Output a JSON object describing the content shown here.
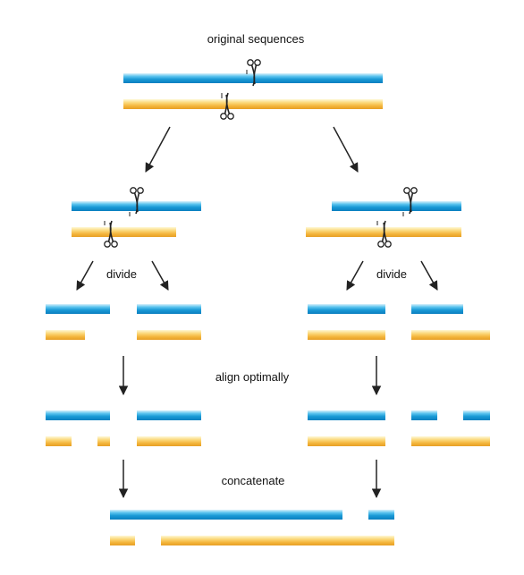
{
  "labels": {
    "top": "original sequences",
    "divide_left": "divide",
    "divide_right": "divide",
    "align": "align optimally",
    "concat": "concatenate"
  },
  "colors": {
    "blue": "#1a9ad6",
    "yellow": "#f3b43a",
    "arrow": "#222222",
    "scissors": "#222222"
  },
  "icons": [
    "scissors-icon",
    "arrow-icon"
  ]
}
